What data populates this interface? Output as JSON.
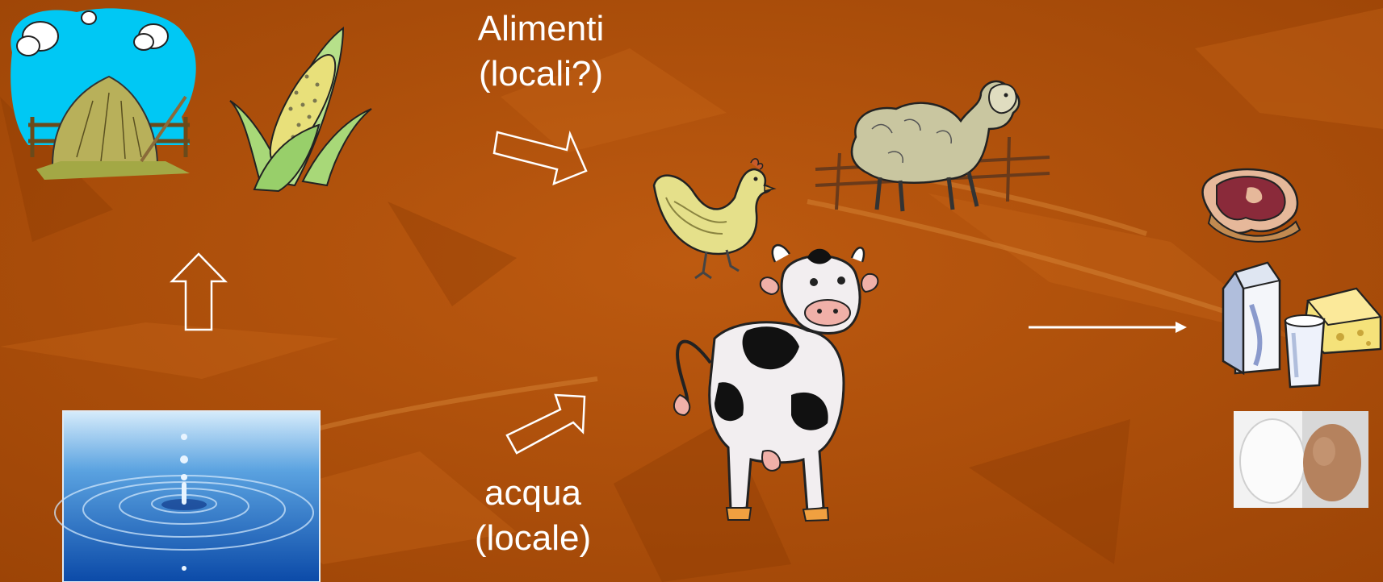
{
  "labels": {
    "feed_line1": "Alimenti",
    "feed_line2": "(locali?)",
    "water_line1": "acqua",
    "water_line2": "(locale)"
  },
  "colors": {
    "background": "#b3520a",
    "text": "#ffffff",
    "arrow_stroke": "#ffffff"
  },
  "icons": {
    "haystack": "haystack-clipart",
    "corn": "corn-clipart",
    "water": "water-drop-photo",
    "chicken": "chicken-clipart",
    "sheep": "sheep-clipart",
    "cow": "cow-clipart",
    "meat": "meat-clipart",
    "dairy": "milk-cheese-clipart",
    "eggs": "eggs-photo"
  }
}
